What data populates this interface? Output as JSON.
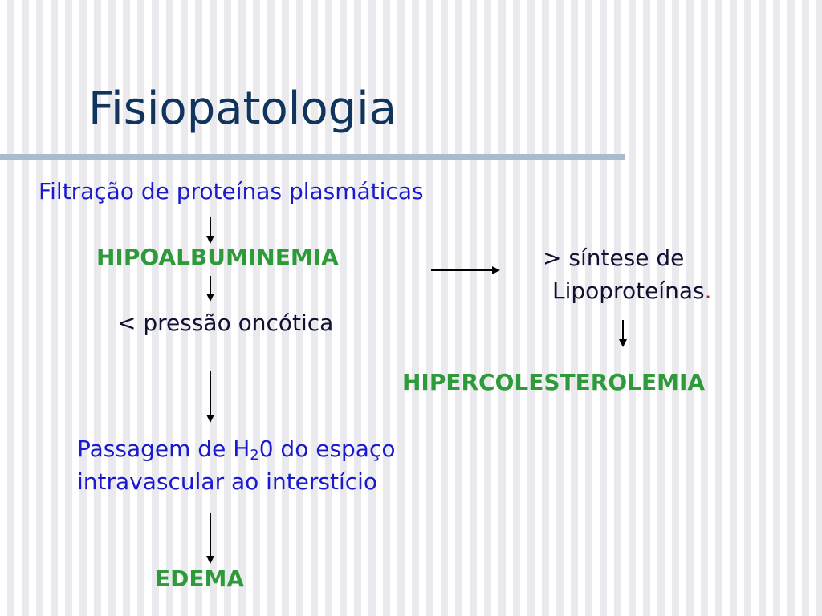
{
  "slide": {
    "title": "Fisiopatologia",
    "nodes": {
      "filtracao": "Filtração de proteínas plasmáticas",
      "hipoalbuminemia": "HIPOALBUMINEMIA",
      "pressao": "< pressão oncótica",
      "passagem_line1_pre": "Passagem de H",
      "passagem_sub": "2",
      "passagem_line1_post": "0 do espaço",
      "passagem_line2": "intravascular ao interstício",
      "edema": "EDEMA",
      "sintese_line1": "> síntese de",
      "sintese_line2": "Lipoproteínas",
      "sintese_dot": ".",
      "hipercolesterolemia": "HIPERCOLESTEROLEMIA"
    },
    "colors": {
      "title": "#10345c",
      "blue_text": "#1a1acc",
      "green_text": "#2e9a3a",
      "rule": "#a9bbcf"
    }
  }
}
